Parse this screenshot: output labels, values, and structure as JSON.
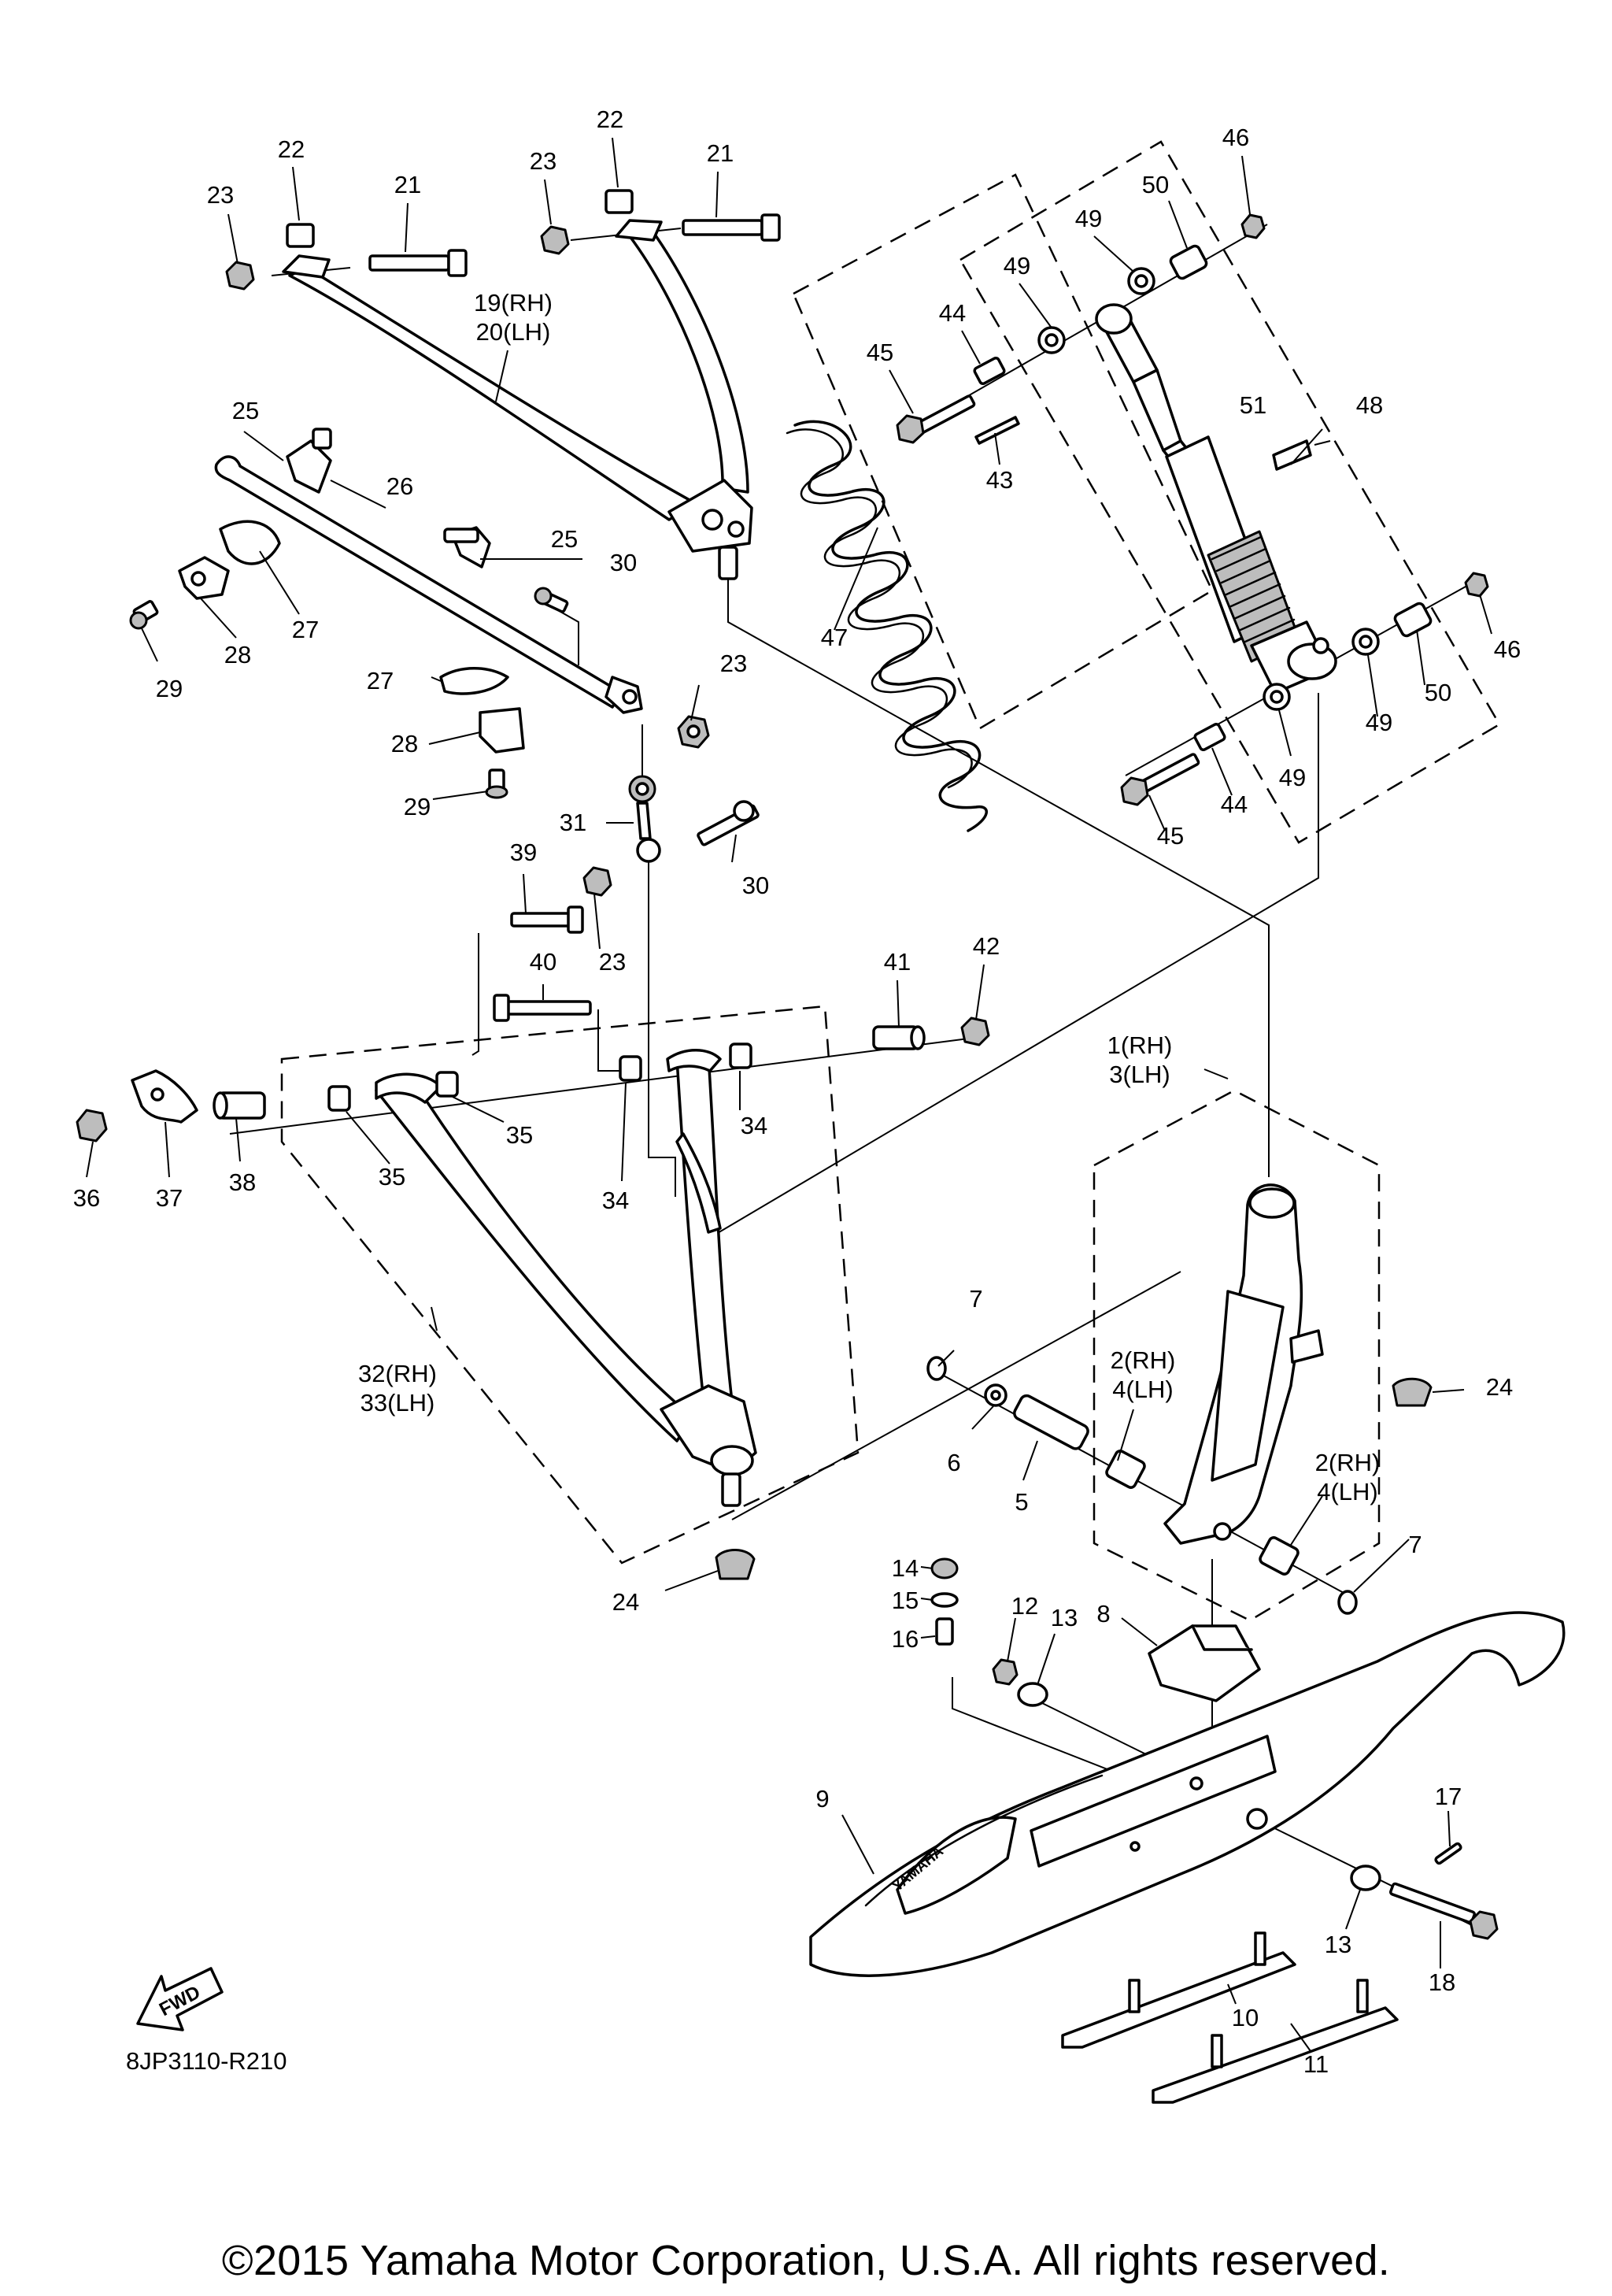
{
  "diagram_code": "8JP3110-R210",
  "copyright": "©2015 Yamaha Motor Corporation, U.S.A. All rights reserved.",
  "fwd_label": "FWD",
  "ski_brand": "YAMAHA",
  "callouts": {
    "c21a": "21",
    "c21b": "21",
    "c22a": "22",
    "c22b": "22",
    "c23a": "23",
    "c23b": "23",
    "c23c": "23",
    "c23d": "23",
    "c19a": "19(RH)",
    "c19b": "20(LH)",
    "c46a": "46",
    "c46b": "46",
    "c50a": "50",
    "c50b": "50",
    "c49a": "49",
    "c49b": "49",
    "c49c": "49",
    "c49d": "49",
    "c44a": "44",
    "c44b": "44",
    "c45a": "45",
    "c45b": "45",
    "c43": "43",
    "c47": "47",
    "c48": "48",
    "c51": "51",
    "c25a": "25",
    "c25b": "25",
    "c26": "26",
    "c27a": "27",
    "c27b": "27",
    "c28a": "28",
    "c28b": "28",
    "c29a": "29",
    "c29b": "29",
    "c30a": "30",
    "c30b": "30",
    "c31": "31",
    "c39": "39",
    "c40": "40",
    "c41": "41",
    "c42": "42",
    "c34a": "34",
    "c34b": "34",
    "c35a": "35",
    "c35b": "35",
    "c36": "36",
    "c37": "37",
    "c38": "38",
    "c32a": "32(RH)",
    "c32b": "33(LH)",
    "c1a": "1(RH)",
    "c1b": "3(LH)",
    "c7a": "7",
    "c7b": "7",
    "c6": "6",
    "c5": "5",
    "c2a": "2(RH)",
    "c2b": "4(LH)",
    "c2c": "2(RH)",
    "c2d": "4(LH)",
    "c24a": "24",
    "c24b": "24",
    "c14": "14",
    "c15": "15",
    "c16": "16",
    "c12": "12",
    "c13a": "13",
    "c13b": "13",
    "c8": "8",
    "c9": "9",
    "c17": "17",
    "c18": "18",
    "c10": "10",
    "c11": "11"
  }
}
